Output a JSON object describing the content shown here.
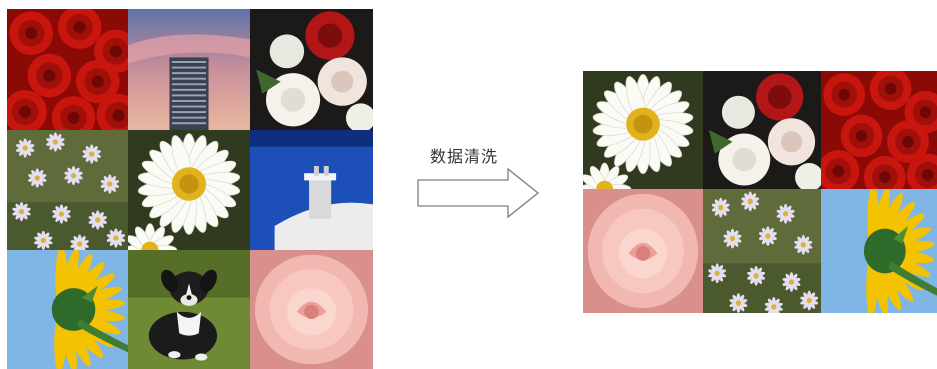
{
  "caption": "数据清洗",
  "left_grid": [
    "red-roses-photo",
    "skyscraper-photo",
    "red-white-roses-photo",
    "daisy-cluster-photo",
    "white-daisy-photo",
    "blue-sea-dome-photo",
    "sunflower-photo",
    "puppy-photo",
    "pink-rose-photo"
  ],
  "right_grid": [
    "white-daisy-photo",
    "red-white-roses-photo",
    "red-roses-photo",
    "pink-rose-photo",
    "daisy-cluster-photo",
    "sunflower-photo"
  ]
}
